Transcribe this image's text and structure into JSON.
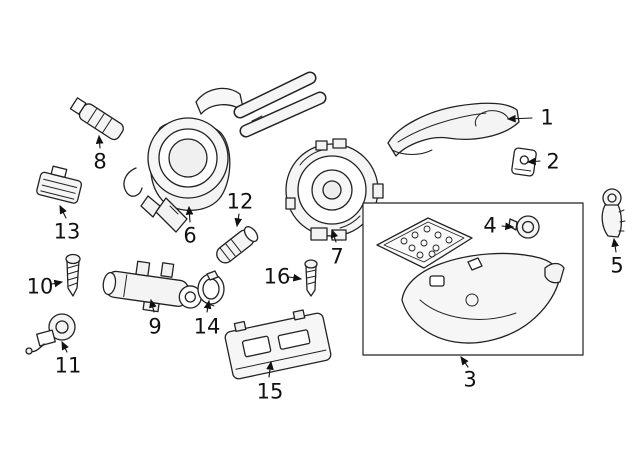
{
  "page": {
    "background": "#ffffff",
    "line_color": "#222222"
  },
  "labels": [
    {
      "text": "1"
    },
    {
      "text": "2"
    },
    {
      "text": "3"
    },
    {
      "text": "4"
    },
    {
      "text": "5"
    },
    {
      "text": "6"
    },
    {
      "text": "7"
    },
    {
      "text": "8"
    },
    {
      "text": "9"
    },
    {
      "text": "10"
    },
    {
      "text": "11"
    },
    {
      "text": "12"
    },
    {
      "text": "13"
    },
    {
      "text": "14"
    },
    {
      "text": "15"
    },
    {
      "text": "16"
    }
  ]
}
